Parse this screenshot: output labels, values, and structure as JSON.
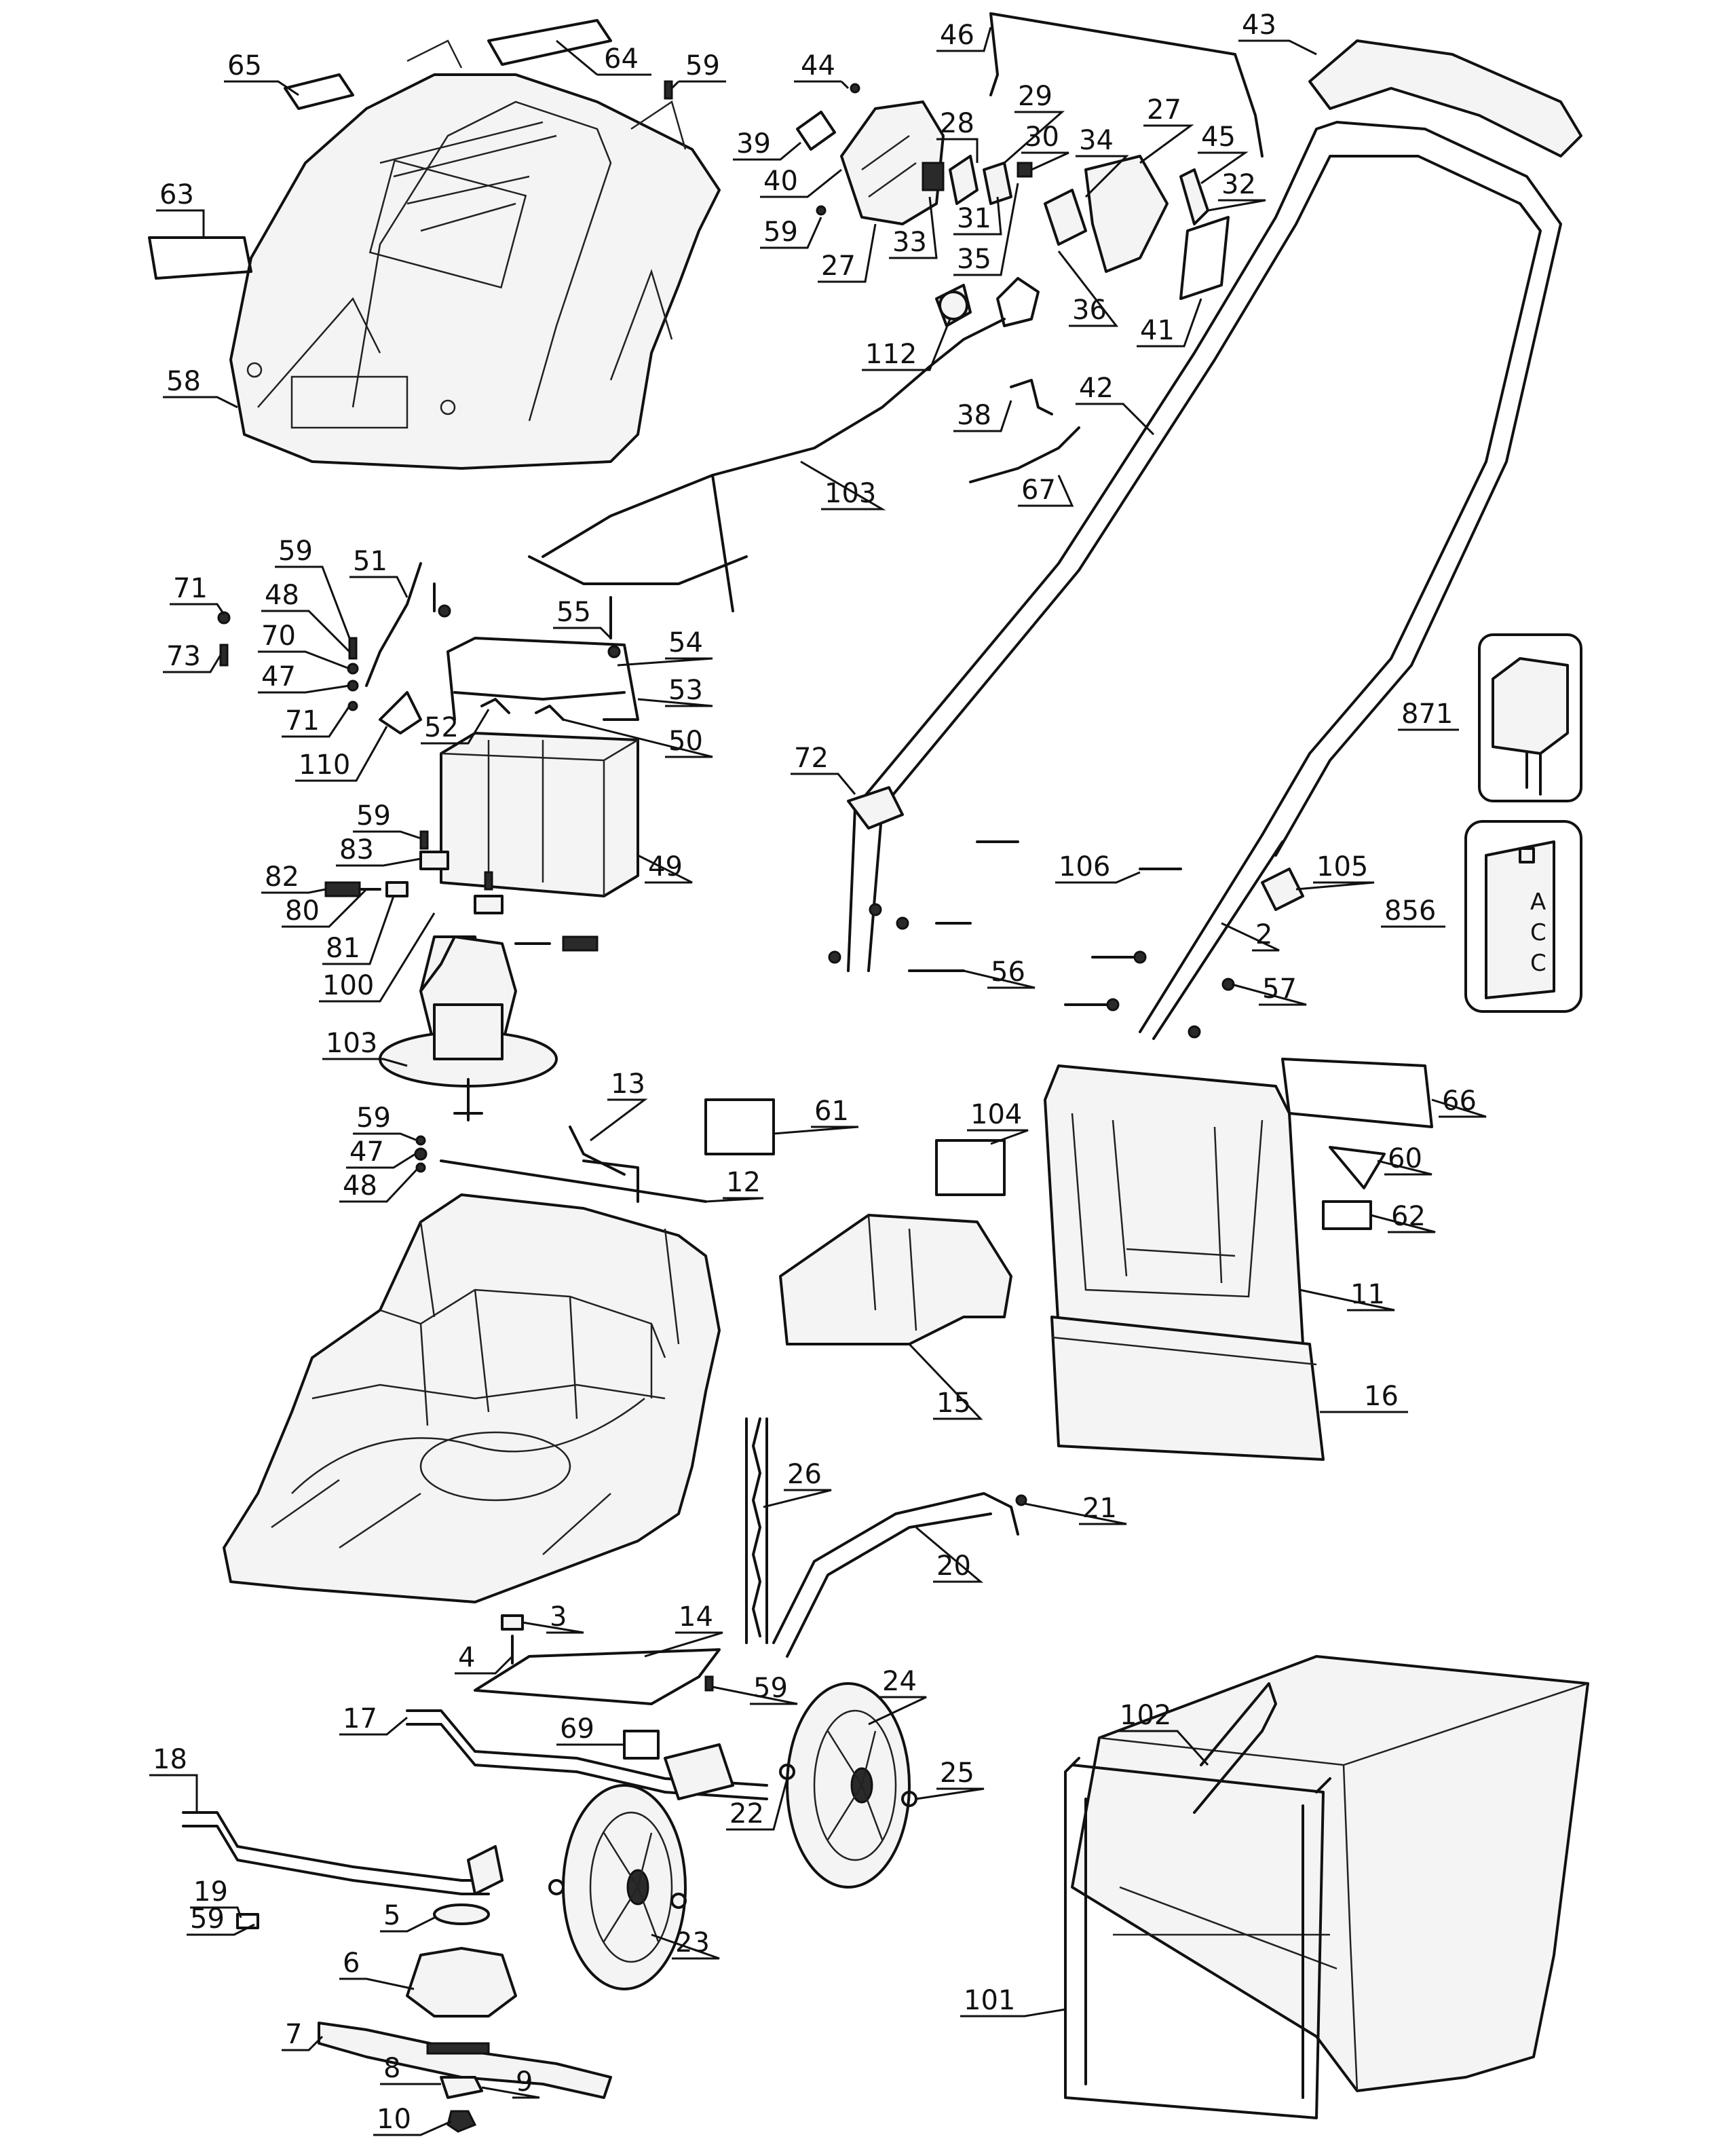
{
  "callouts": {
    "c2": "2",
    "c3": "3",
    "c4": "4",
    "c5": "5",
    "c6": "6",
    "c7": "7",
    "c8": "8",
    "c9": "9",
    "c10": "10",
    "c11": "11",
    "c12": "12",
    "c13": "13",
    "c14": "14",
    "c15": "15",
    "c16": "16",
    "c17": "17",
    "c18": "18",
    "c19": "19",
    "c20": "20",
    "c21": "21",
    "c22": "22",
    "c23": "23",
    "c24": "24",
    "c25": "25",
    "c26": "26",
    "c27a": "27",
    "c27b": "27",
    "c28": "28",
    "c29": "29",
    "c30": "30",
    "c31": "31",
    "c32": "32",
    "c33": "33",
    "c34": "34",
    "c35": "35",
    "c36": "36",
    "c38": "38",
    "c39": "39",
    "c40": "40",
    "c41": "41",
    "c42": "42",
    "c43": "43",
    "c44": "44",
    "c45": "45",
    "c46": "46",
    "c47a": "47",
    "c47b": "47",
    "c48a": "48",
    "c48b": "48",
    "c49": "49",
    "c50": "50",
    "c51": "51",
    "c52": "52",
    "c53": "53",
    "c54": "54",
    "c55": "55",
    "c56": "56",
    "c57": "57",
    "c58": "58",
    "c59a": "59",
    "c59b": "59",
    "c59c": "59",
    "c59d": "59",
    "c59e": "59",
    "c59f": "59",
    "c59g": "59",
    "c60": "60",
    "c61": "61",
    "c62": "62",
    "c63": "63",
    "c64": "64",
    "c65": "65",
    "c66": "66",
    "c67": "67",
    "c69": "69",
    "c70": "70",
    "c71a": "71",
    "c71b": "71",
    "c72": "72",
    "c73": "73",
    "c80": "80",
    "c81": "81",
    "c82": "82",
    "c83": "83",
    "c100": "100",
    "c101": "101",
    "c102": "102",
    "c103a": "103",
    "c103b": "103",
    "c104": "104",
    "c105": "105",
    "c106": "106",
    "c110": "110",
    "c112": "112",
    "c856": "856",
    "c871": "871"
  },
  "label_856": {
    "line1": "A",
    "line2": "C",
    "line3": "C"
  }
}
